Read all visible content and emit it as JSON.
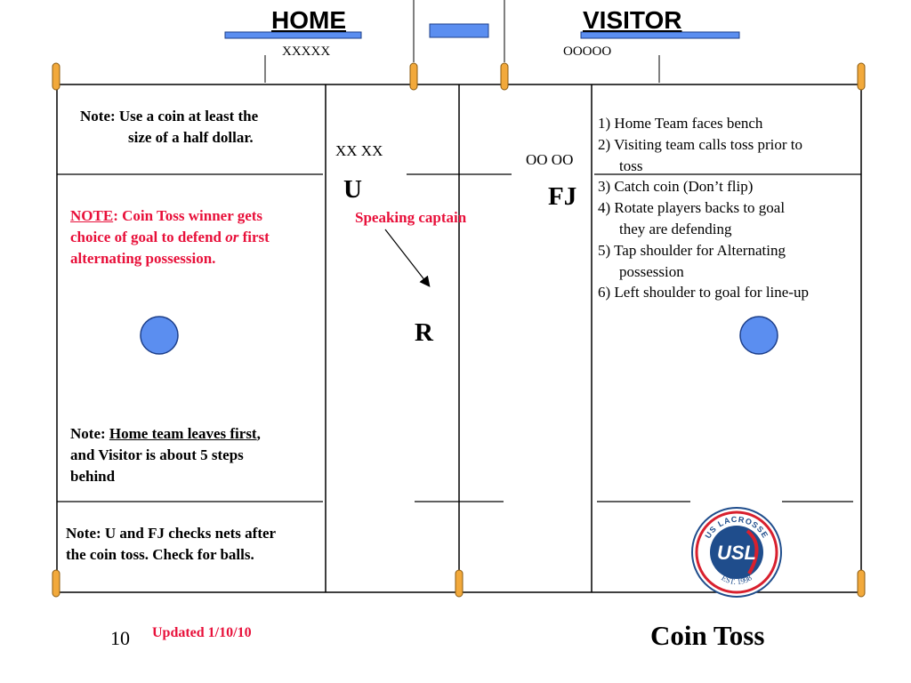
{
  "header": {
    "home_label": "HOME",
    "visitor_label": "VISITOR",
    "home_players": "XXXXX",
    "visitor_players": "OOOOO"
  },
  "field_labels": {
    "home_pair": "XX XX",
    "visitor_pair": "OO OO",
    "umpire": "U",
    "field_judge": "FJ",
    "referee": "R",
    "speaking_captain": "Speaking captain"
  },
  "notes": {
    "coin_size_line1": "Note:  Use a coin at least the",
    "coin_size_line2": "size of a half dollar.",
    "coin_toss_prefix": "NOTE",
    "coin_toss_line1_rest": ": Coin Toss winner gets",
    "coin_toss_line2_pre": "choice of goal to defend ",
    "coin_toss_line2_or": "or",
    "coin_toss_line2_post": " first",
    "coin_toss_line3": "alternating possession.",
    "leave_prefix": "Note: ",
    "leave_underlined": "Home team leaves first",
    "leave_line1_rest": ",",
    "leave_line2": "and Visitor is about 5 steps",
    "leave_line3": "behind",
    "nets_line1": "Note: U and FJ checks nets after",
    "nets_line2": "the coin toss.  Check for balls."
  },
  "steps": [
    {
      "text": "1) Home Team faces bench",
      "cont": ""
    },
    {
      "text": "2) Visiting team calls toss prior to",
      "cont": "toss"
    },
    {
      "text": "3) Catch coin (Don’t flip)",
      "cont": ""
    },
    {
      "text": "4) Rotate players backs to goal",
      "cont": "they are defending"
    },
    {
      "text": "5) Tap shoulder for Alternating",
      "cont": "possession"
    },
    {
      "text": "6) Left shoulder to goal for line-up",
      "cont": ""
    }
  ],
  "logo": {
    "arc_text": "US LACROSSE",
    "center_text": "USL",
    "bottom_text": "EST. 1998"
  },
  "footer": {
    "page_number": "10",
    "updated": "Updated 1/10/10",
    "title": "Coin Toss"
  },
  "colors": {
    "accent_red": "#e8103a",
    "marker_blue": "#5b8ef0",
    "cone_orange": "#f2a93b",
    "logo_blue": "#1f4d8c"
  }
}
